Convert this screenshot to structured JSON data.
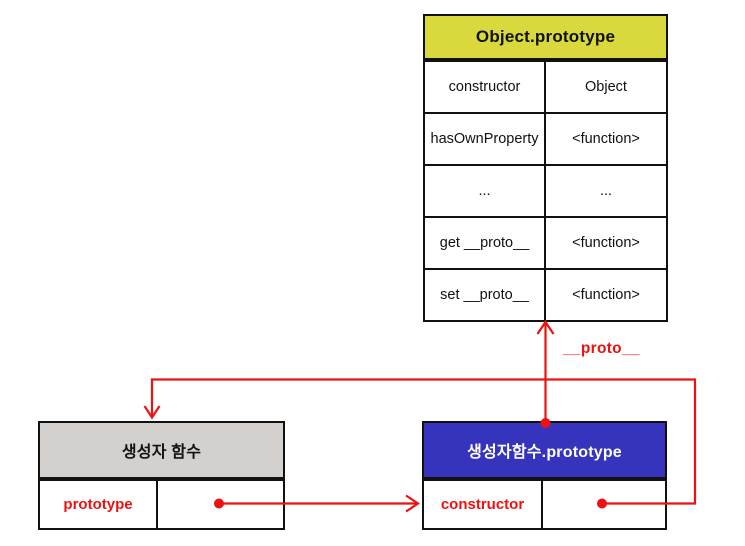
{
  "object_prototype_table": {
    "title": "Object.prototype",
    "rows": [
      {
        "key": "constructor",
        "value": "Object"
      },
      {
        "key": "hasOwnProperty",
        "value": "<function>"
      },
      {
        "key": "...",
        "value": "..."
      },
      {
        "key": "get __proto__",
        "value": "<function>"
      },
      {
        "key": "set __proto__",
        "value": "<function>"
      }
    ]
  },
  "constructor_function_table": {
    "title": "생성자 함수",
    "rows": [
      {
        "key": "prototype",
        "value": ""
      }
    ]
  },
  "prototype_object_table": {
    "title": "생성자함수.prototype",
    "rows": [
      {
        "key": "constructor",
        "value": ""
      }
    ]
  },
  "labels": {
    "proto_link": "__proto__"
  },
  "colors": {
    "arrow-red": "#ee1111",
    "yellow-header": "#d9d83c",
    "gray-header": "#d3d0cd",
    "blue-header": "#3634bc",
    "border-black": "#111111"
  }
}
